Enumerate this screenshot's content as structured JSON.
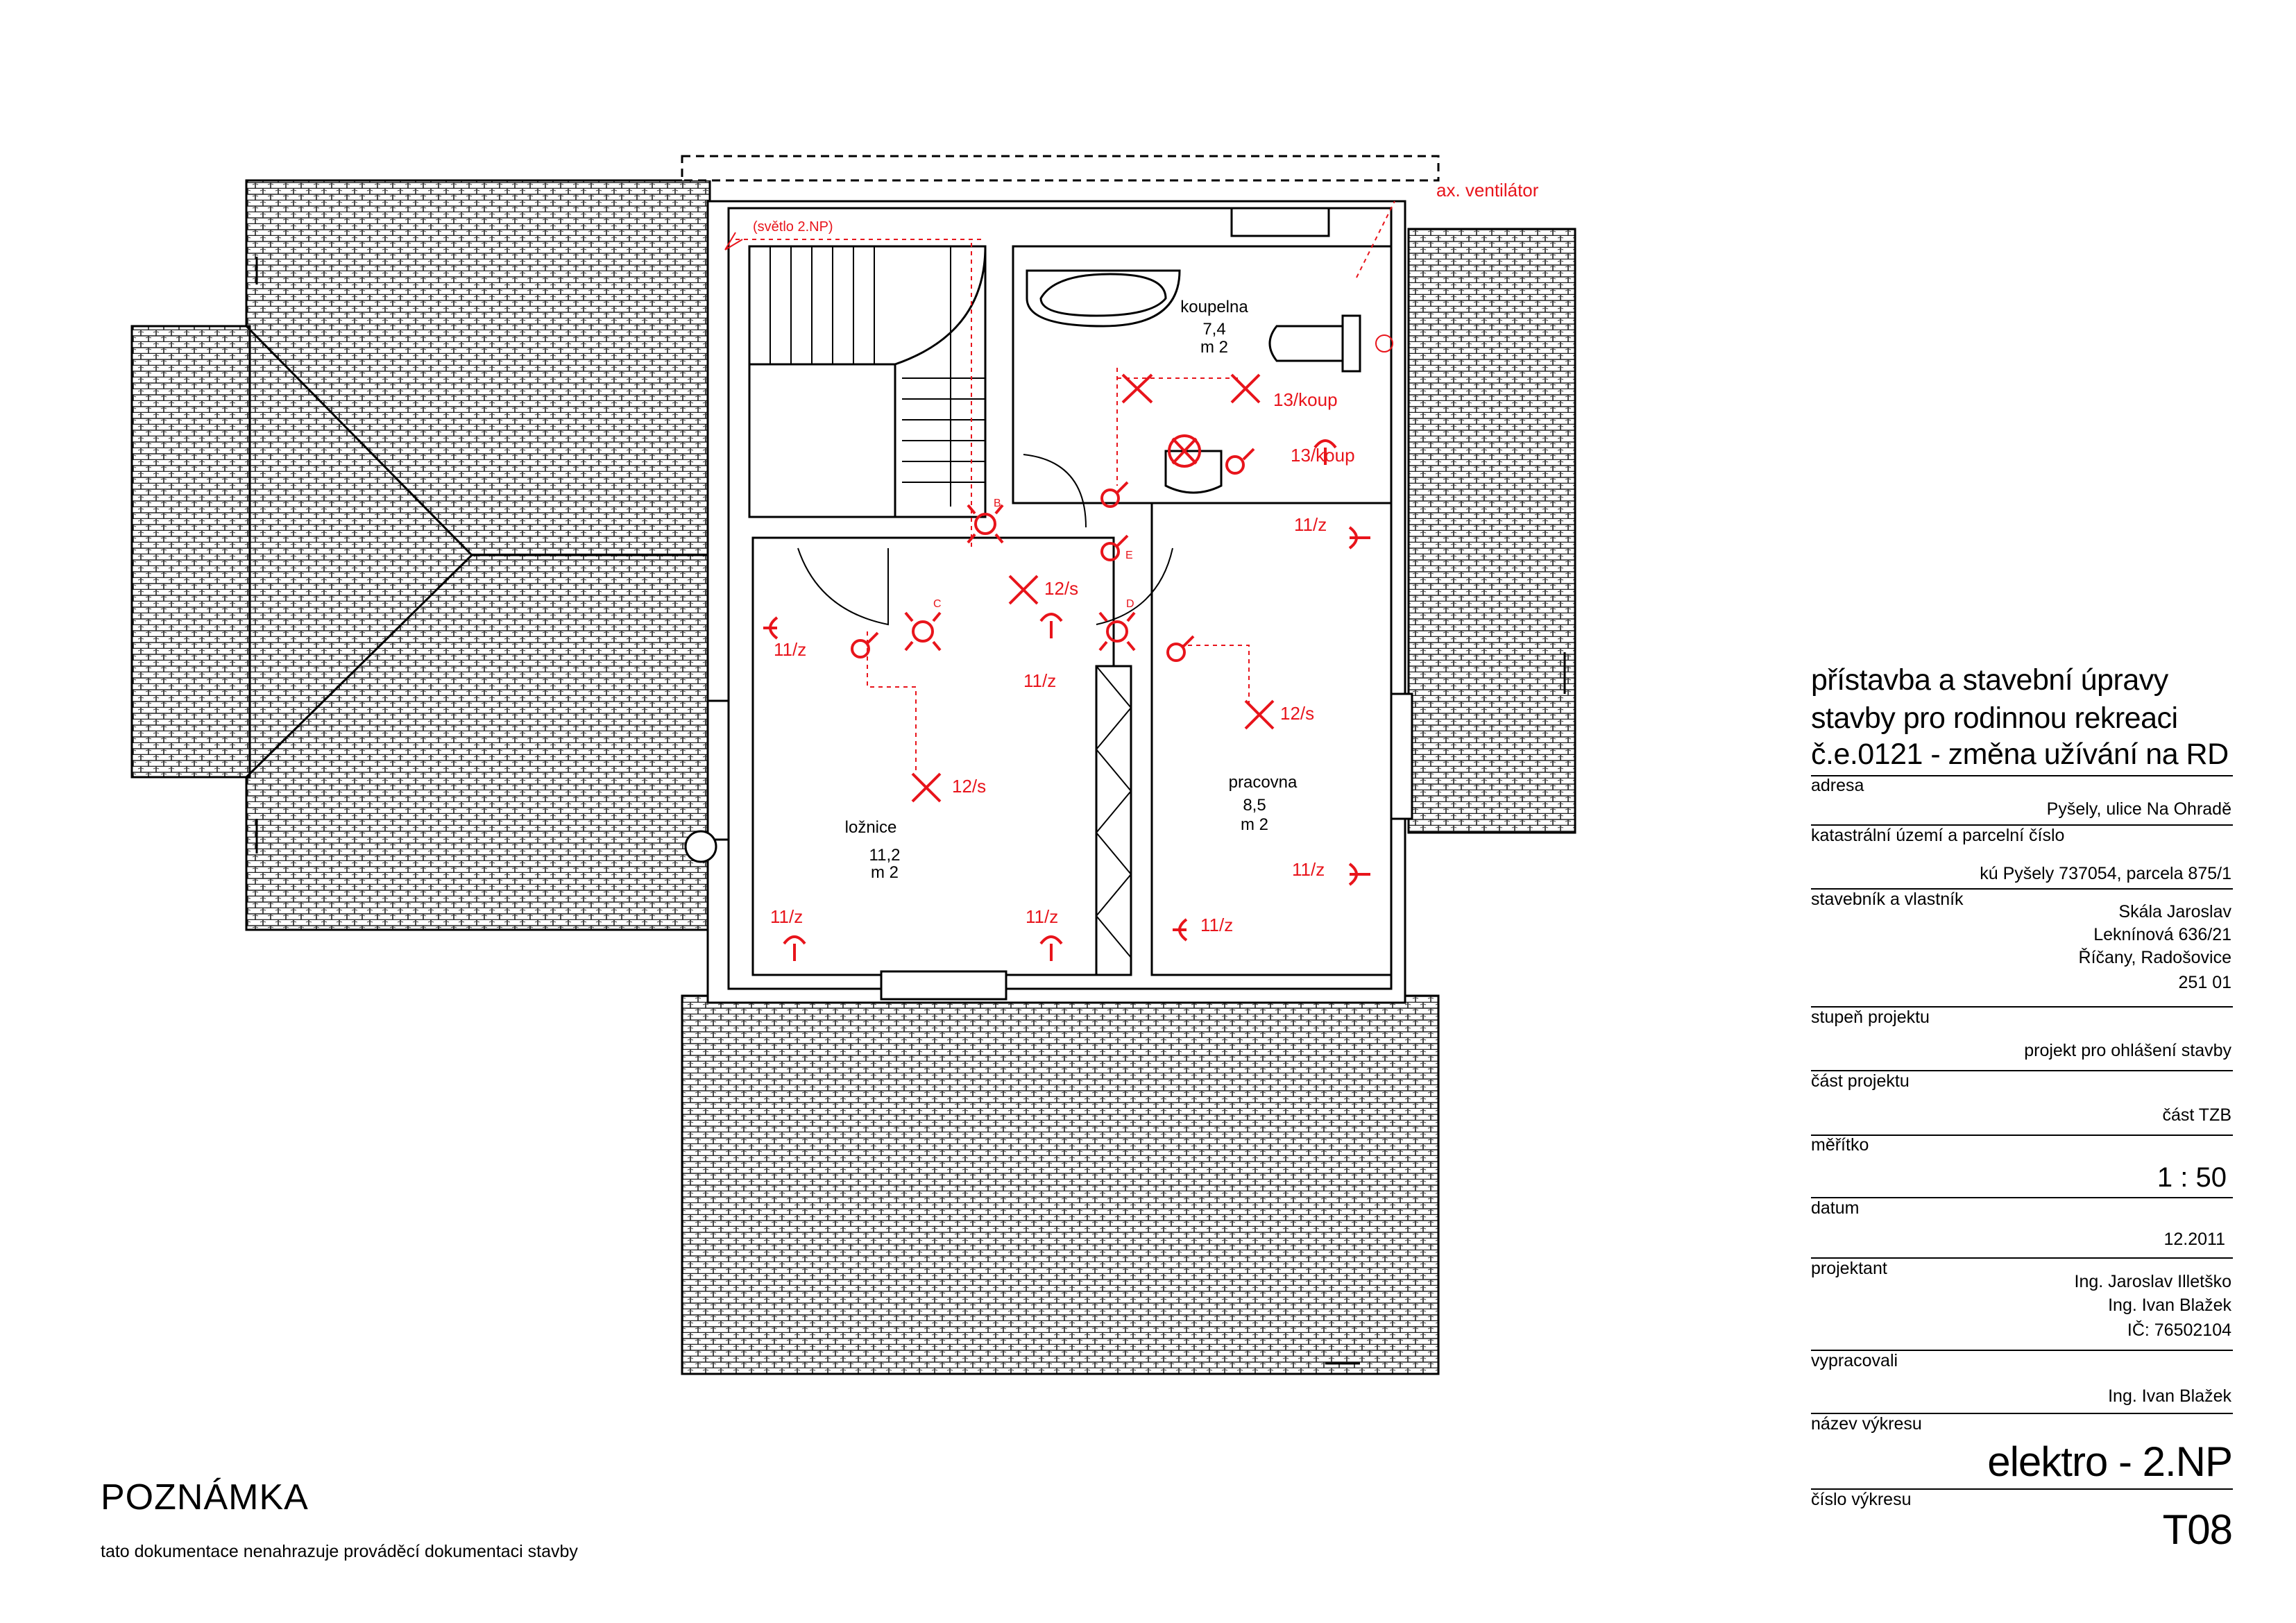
{
  "drawing": {
    "callout_upper_floor_light": "(světlo 2.NP)",
    "callout_fan": "ax. ventilátor",
    "rooms": [
      {
        "name": "koupelna",
        "area": "7,4",
        "unit": "m 2"
      },
      {
        "name": "ložnice",
        "area": "11,2",
        "unit": "m 2"
      },
      {
        "name": "pracovna",
        "area": "8,5",
        "unit": "m 2"
      }
    ],
    "circuit_labels": {
      "bath_light": "13/koup",
      "bath_socket": "13/koup",
      "hall_light": "12/s",
      "hall_socket": "11/z",
      "bedroom_left_socket": "11/z",
      "bedroom_light": "12/s",
      "bedroom_bottom_left": "11/z",
      "bedroom_bottom_right": "11/z",
      "office_top_socket": "11/z",
      "office_light": "12/s",
      "office_right_socket": "11/z",
      "office_bottom_socket": "11/z"
    },
    "switch_letters": [
      "B",
      "C",
      "D",
      "E"
    ],
    "accent_color": "#e8141b",
    "line_color": "#000000"
  },
  "note": {
    "title": "POZNÁMKA",
    "text": "tato dokumentace nenahrazuje prováděcí dokumentaci stavby"
  },
  "title_block": {
    "project_title_1": "přístavba a stavební úpravy",
    "project_title_2": "stavby pro rodinnou rekreaci",
    "project_title_3": "č.e.0121 - změna užívání na RD",
    "address_label": "adresa",
    "address_value": "Pyšely, ulice Na Ohradě",
    "parcel_label": "katastrální území a parcelní číslo",
    "parcel_value": "kú Pyšely 737054, parcela 875/1",
    "owner_label": "stavebník a vlastník",
    "owner_line1": "Skála Jaroslav",
    "owner_line2": "Leknínová 636/21",
    "owner_line3": "Říčany, Radošovice",
    "owner_line4": "251 01",
    "stage_label": "stupeň projektu",
    "stage_value": "projekt pro ohlášení stavby",
    "part_label": "část projektu",
    "part_value": "část TZB",
    "scale_label": "měřítko",
    "scale_value": "1 : 50",
    "date_label": "datum",
    "date_value": "12.2011",
    "designer_label": "projektant",
    "designer_line1": "Ing. Jaroslav Illetško",
    "designer_line2": "Ing. Ivan Blažek",
    "designer_line3": "IČ: 76502104",
    "prepared_label": "vypracovali",
    "prepared_value": "Ing. Ivan Blažek",
    "drawing_name_label": "název výkresu",
    "drawing_name_value": "elektro - 2.NP",
    "drawing_number_label": "číslo výkresu",
    "drawing_number_value": "T08"
  }
}
